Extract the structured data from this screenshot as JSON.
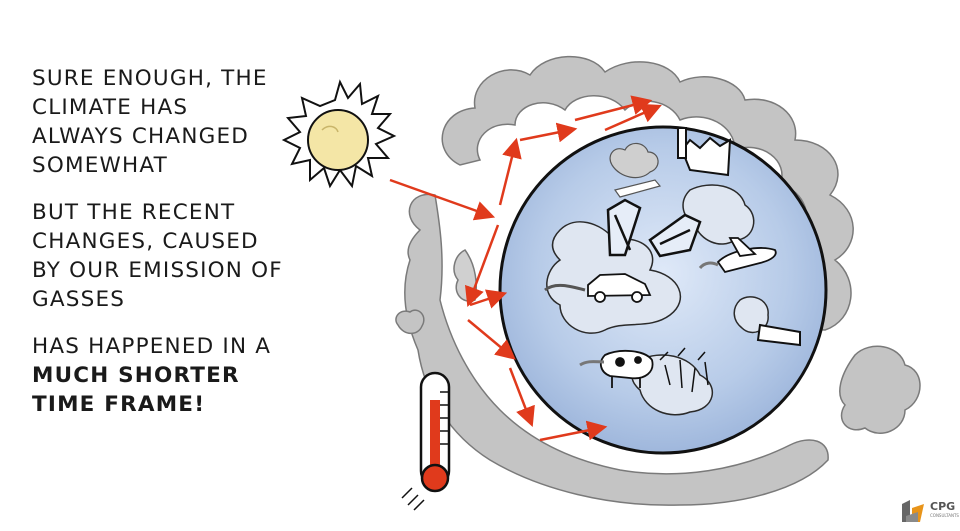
{
  "text": {
    "paragraph1": [
      "SURE ENOUGH, THE",
      "CLIMATE HAS",
      "ALWAYS CHANGED",
      "SOMEWHAT"
    ],
    "paragraph2": [
      "BUT THE RECENT",
      "CHANGES, CAUSED",
      "BY OUR EMISSION OF",
      "GASSES"
    ],
    "paragraph3_regular": "HAS HAPPENED IN A",
    "paragraph3_bold": [
      "MUCH SHORTER",
      "TIME FRAME!"
    ]
  },
  "logo": {
    "name": "CPG",
    "subtitle": "CONSULTANTS"
  },
  "colors": {
    "sun": "#f4e6a6",
    "arrow": "#e03a1c",
    "smog": "#bdbdbd",
    "earth": "#c9d8ef",
    "land": "#dfe6f1",
    "thermometer": "#e03a1c"
  }
}
